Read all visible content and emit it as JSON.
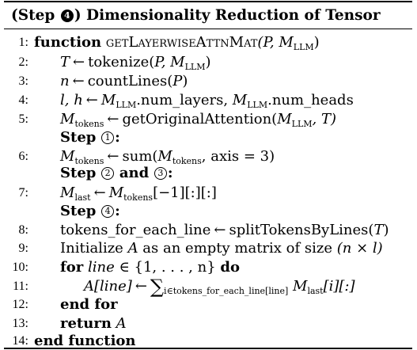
{
  "title": {
    "step_word": "(Step",
    "step_num": "4",
    "close_paren": ")",
    "text": "Dimensionality Reduction of Tensor"
  },
  "lines": [
    {
      "n": "1:",
      "kw": "function",
      "fn": "getLayerwiseAttnMat",
      "args": "(P, M",
      "sub": "LLM",
      "close": ")"
    },
    {
      "n": "2:",
      "lhs": "T",
      "rhs_a": "tokenize(",
      "rhs_b": "P, M",
      "sub": "LLM",
      "close": ")"
    },
    {
      "n": "3:",
      "lhs": "n",
      "rhs_a": "countLines(",
      "rhs_b": "P",
      "close": ")"
    },
    {
      "n": "4:",
      "lhs": "l, h",
      "m1": "M",
      "sub1": "LLM",
      "t1": ".num_layers, ",
      "m2": "M",
      "sub2": "LLM",
      "t2": ".num_heads"
    },
    {
      "n": "5:",
      "lhs": "M",
      "lhs_sub": "tokens",
      "rhs_a": "getOriginalAttention(",
      "m": "M",
      "sub": "LLM",
      "rest": ", T)"
    },
    {
      "step": "Step",
      "circ": "1",
      "suffix": ":"
    },
    {
      "n": "6:",
      "lhs": "M",
      "lhs_sub": "tokens",
      "rhs_a": "sum(",
      "m": "M",
      "sub": "tokens",
      "rest": ", axis = 3)"
    },
    {
      "step": "Step",
      "circ1": "2",
      "and": "and",
      "circ2": "3",
      "suffix": ":"
    },
    {
      "n": "7:",
      "lhs": "M",
      "lhs_sub": "last",
      "m": "M",
      "sub": "tokens",
      "rest": "[−1][:][:]"
    },
    {
      "step": "Step",
      "circ": "4",
      "suffix": ":"
    },
    {
      "n": "8:",
      "lhs": "tokens_for_each_line",
      "rhs_a": "splitTokensByLines(",
      "arg": "T",
      "close": ")"
    },
    {
      "n": "9:",
      "text_a": "Initialize ",
      "a": "A",
      "text_b": " as an empty matrix of size ",
      "dims": "(n × l)"
    },
    {
      "n": "10:",
      "kw": "for",
      "var": "line",
      "set": " ∈ {1, . . . , n} ",
      "kw2": "do"
    },
    {
      "n": "11:",
      "lhs": "A[line]",
      "sum": "∑",
      "sum_sub": "i∈tokens_for_each_line[line]",
      "m": "M",
      "sub": "last",
      "rest": "[i][:]"
    },
    {
      "n": "12:",
      "kw": "end for"
    },
    {
      "n": "13:",
      "kw": "return",
      "val": "A"
    },
    {
      "n": "14:",
      "kw": "end function"
    }
  ]
}
